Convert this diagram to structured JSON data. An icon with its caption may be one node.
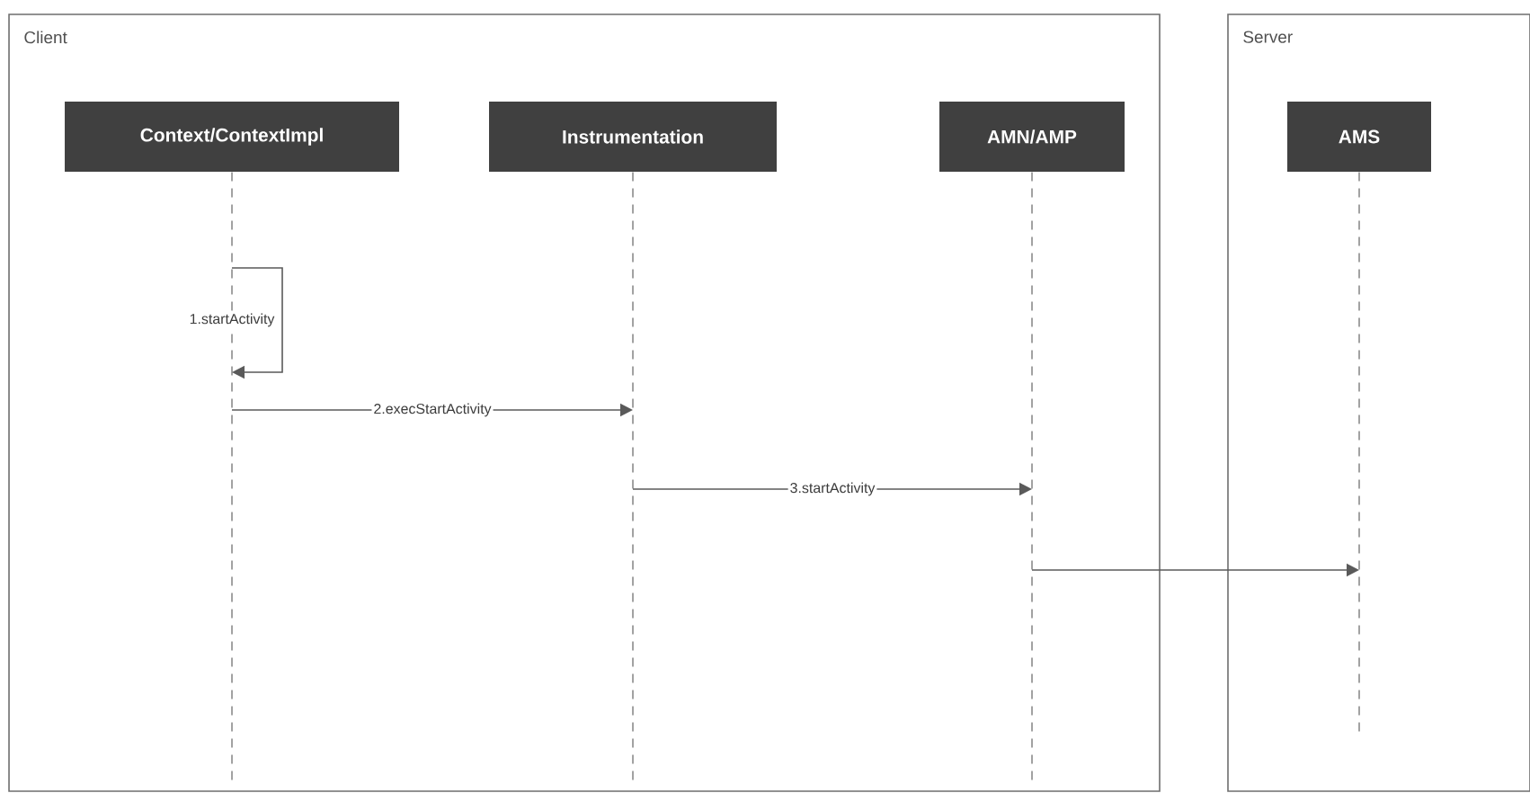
{
  "diagram": {
    "nodes": [
      {
        "text": [
          "Client"
        ]
      },
      {
        "text": [
          "Server"
        ]
      },
      {
        "text": [
          "Context/ContextImpl"
        ],
        "in": 0
      },
      {
        "text": [
          "Instrumentation"
        ],
        "in": 0
      },
      {
        "text": [
          "AMN/AMP"
        ],
        "in": 0
      },
      {
        "text": [
          "AMS"
        ],
        "in": 1
      }
    ],
    "edges": [
      {
        "from": 2,
        "to": 2,
        "arrow": "to",
        "label": "1.startActivity"
      },
      {
        "from": 2,
        "to": 3,
        "arrow": "to",
        "label": "2.execStartActivity"
      },
      {
        "from": 3,
        "to": 4,
        "arrow": "to",
        "label": "3.startActivity"
      },
      {
        "from": 4,
        "to": 5,
        "arrow": "to"
      }
    ]
  }
}
